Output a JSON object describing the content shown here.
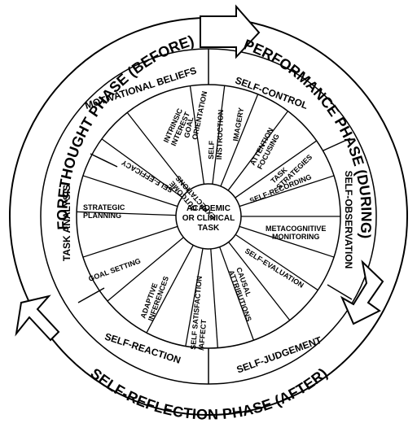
{
  "phases": {
    "forethought": "FORETHOUGHT PHASE (BEFORE)",
    "performance": "PERFORMANCE PHASE (DURING)",
    "reflection": "SELF-REFLECTION PHASE (AFTER)"
  },
  "center": [
    "ACADEMIC",
    "OR CLINICAL",
    "TASK"
  ],
  "subphases": {
    "motivational_beliefs": "MOTIVATIONAL BELIEFS",
    "task_analysis": "TASK ANALYSIS",
    "self_control": "SELF-CONTROL",
    "self_observation": "SELF-OBSERVATION",
    "self_judgement": "SELF-JUDGEMENT",
    "self_reaction": "SELF-REACTION"
  },
  "spokes": {
    "goal_orientation": [
      "GOAL",
      "ORIENTATION"
    ],
    "intrinsic_interest": [
      "INTRINSIC",
      "INTEREST"
    ],
    "outcome_expectations": [
      "OUTCOME",
      "EXPECTATIONS"
    ],
    "self_efficacy": [
      "SELF-EFFICACY"
    ],
    "strategic_planning": [
      "STRATEGIC",
      "PLANNING"
    ],
    "goal_setting": [
      "GOAL SETTING"
    ],
    "adaptive_inferences": [
      "ADAPTIVE",
      "INFERENCES"
    ],
    "self_satisfaction": [
      "SELF SATISFACTION",
      "/AFFECT"
    ],
    "causal_attributions": [
      "CAUSAL",
      "ATTRIBUTIONS"
    ],
    "self_evaluation": [
      "SELF-EVALUATION"
    ],
    "metacognitive_monitoring": [
      "METACOGNITIVE",
      "MONITORING"
    ],
    "self_recording": [
      "SELF-RECORDING"
    ],
    "task_strategies": [
      "TASK",
      "STRATEGIES"
    ],
    "attention_focusing": [
      "ATTENTION",
      "FOCUSING"
    ],
    "imagery": [
      "IMAGERY"
    ],
    "self_instruction": [
      "SELF",
      "INSTRUCTION"
    ]
  }
}
